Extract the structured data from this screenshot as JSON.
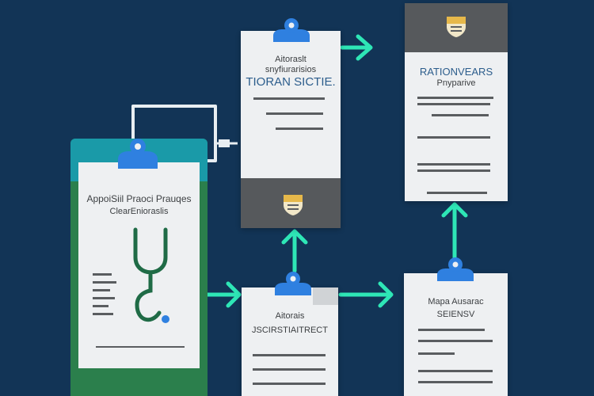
{
  "palette": {
    "background": "#123456",
    "arrow": "#2ee6b6",
    "clip": "#2f80e0",
    "tablet_green": "#2b7f4c",
    "tablet_teal": "#1a9aa8",
    "shield_gold": "#e6b84a"
  },
  "tablet": {
    "title": "AppoiSiil Praoci Prauqes",
    "subtitle": "ClearEnioraslis",
    "icon": "stethoscope-icon"
  },
  "card_transfer": {
    "line1": "Aitoraslt",
    "line2": "snyfiurarisios",
    "title": "TIORAN SICTIE."
  },
  "card_records": {
    "title": "RATIONVEARS",
    "subtitle": "Pnyparive"
  },
  "card_access": {
    "line1": "Aitorais",
    "line2": "JSCIRSTIAITRECT"
  },
  "card_assurance": {
    "line1": "Mapa Ausarac",
    "line2": "SEIENSV"
  }
}
